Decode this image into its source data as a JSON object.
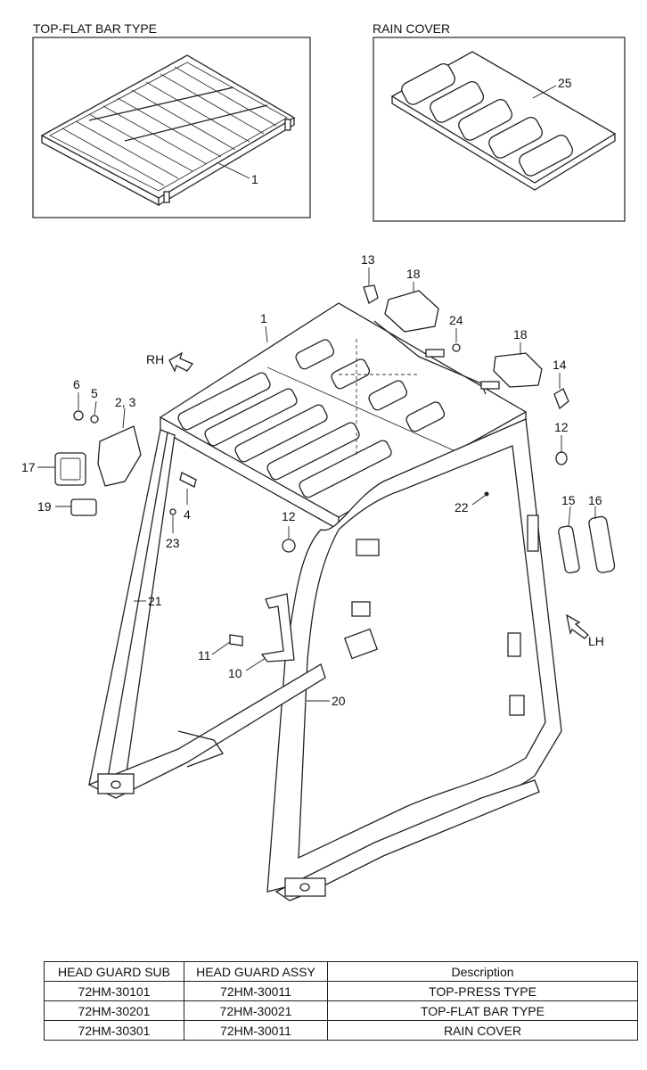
{
  "insets": {
    "top_flat": {
      "title": "TOP-FLAT BAR TYPE",
      "callout": "1"
    },
    "rain_cover": {
      "title": "RAIN COVER",
      "callout": "25"
    }
  },
  "direction_labels": {
    "rh": "RH",
    "lh": "LH"
  },
  "callouts": {
    "c1": "1",
    "c2_3": "2, 3",
    "c4": "4",
    "c5": "5",
    "c6": "6",
    "c10": "10",
    "c11": "11",
    "c12a": "12",
    "c12b": "12",
    "c13": "13",
    "c14": "14",
    "c15": "15",
    "c16": "16",
    "c17": "17",
    "c18a": "18",
    "c18b": "18",
    "c19": "19",
    "c20": "20",
    "c21": "21",
    "c22": "22",
    "c23": "23",
    "c24": "24"
  },
  "table": {
    "headers": [
      "HEAD GUARD SUB",
      "HEAD GUARD ASSY",
      "Description"
    ],
    "rows": [
      [
        "72HM-30101",
        "72HM-30011",
        "TOP-PRESS TYPE"
      ],
      [
        "72HM-30201",
        "72HM-30021",
        "TOP-FLAT BAR TYPE"
      ],
      [
        "72HM-30301",
        "72HM-30011",
        "RAIN COVER"
      ]
    ]
  }
}
